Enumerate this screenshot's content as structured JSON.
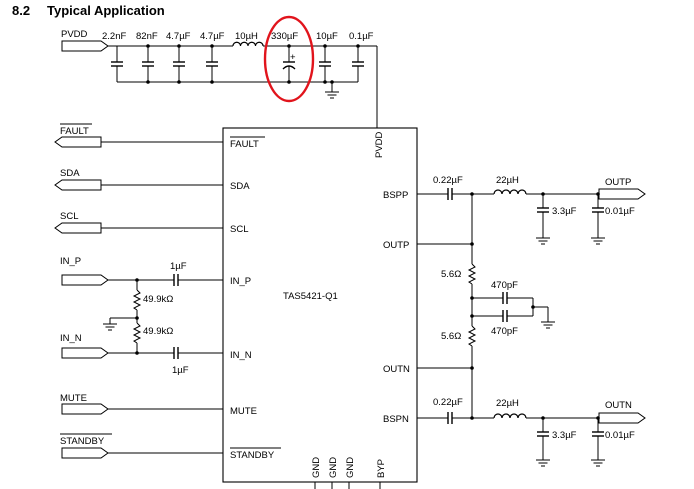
{
  "section": {
    "number": "8.2",
    "title": "Typical Application"
  },
  "ic": {
    "part_number": "TAS5421-Q1",
    "left_pins": [
      "FAULT",
      "SDA",
      "SCL",
      "IN_P",
      "IN_N",
      "MUTE",
      "STANDBY"
    ],
    "top_pin": "PVDD",
    "right_pins": [
      "BSPP",
      "OUTP",
      "OUTN",
      "BSPN"
    ],
    "bottom_pins": [
      "GND",
      "GND",
      "GND",
      "BYP"
    ]
  },
  "supply": {
    "net": "PVDD",
    "caps": [
      "2.2nF",
      "82nF",
      "4.7µF",
      "4.7µF",
      "330µF",
      "10µF",
      "0.1µF"
    ],
    "inductor": "10µH",
    "bulk_polarity": "+"
  },
  "inputs": {
    "signals": [
      "FAULT",
      "SDA",
      "SCL",
      "IN_P",
      "IN_N",
      "MUTE",
      "STANDBY"
    ],
    "coupling_cap_p": "1µF",
    "coupling_cap_n": "1µF",
    "bias_resistor_top": "49.9kΩ",
    "bias_resistor_bottom": "49.9kΩ"
  },
  "output": {
    "bootstrap_cap_p": "0.22µF",
    "bootstrap_cap_n": "0.22µF",
    "inductor_p": "22µH",
    "inductor_n": "22µH",
    "filter_cap_p1": "3.3µF",
    "filter_cap_p2": "0.01µF",
    "filter_cap_n1": "3.3µF",
    "filter_cap_n2": "0.01µF",
    "snubber_res_p": "5.6Ω",
    "snubber_res_n": "5.6Ω",
    "snubber_cap_p": "470pF",
    "snubber_cap_n": "470pF",
    "out_p": "OUTP",
    "out_n": "OUTN"
  },
  "highlight": {
    "color": "#e1141c",
    "target": "330µF"
  }
}
